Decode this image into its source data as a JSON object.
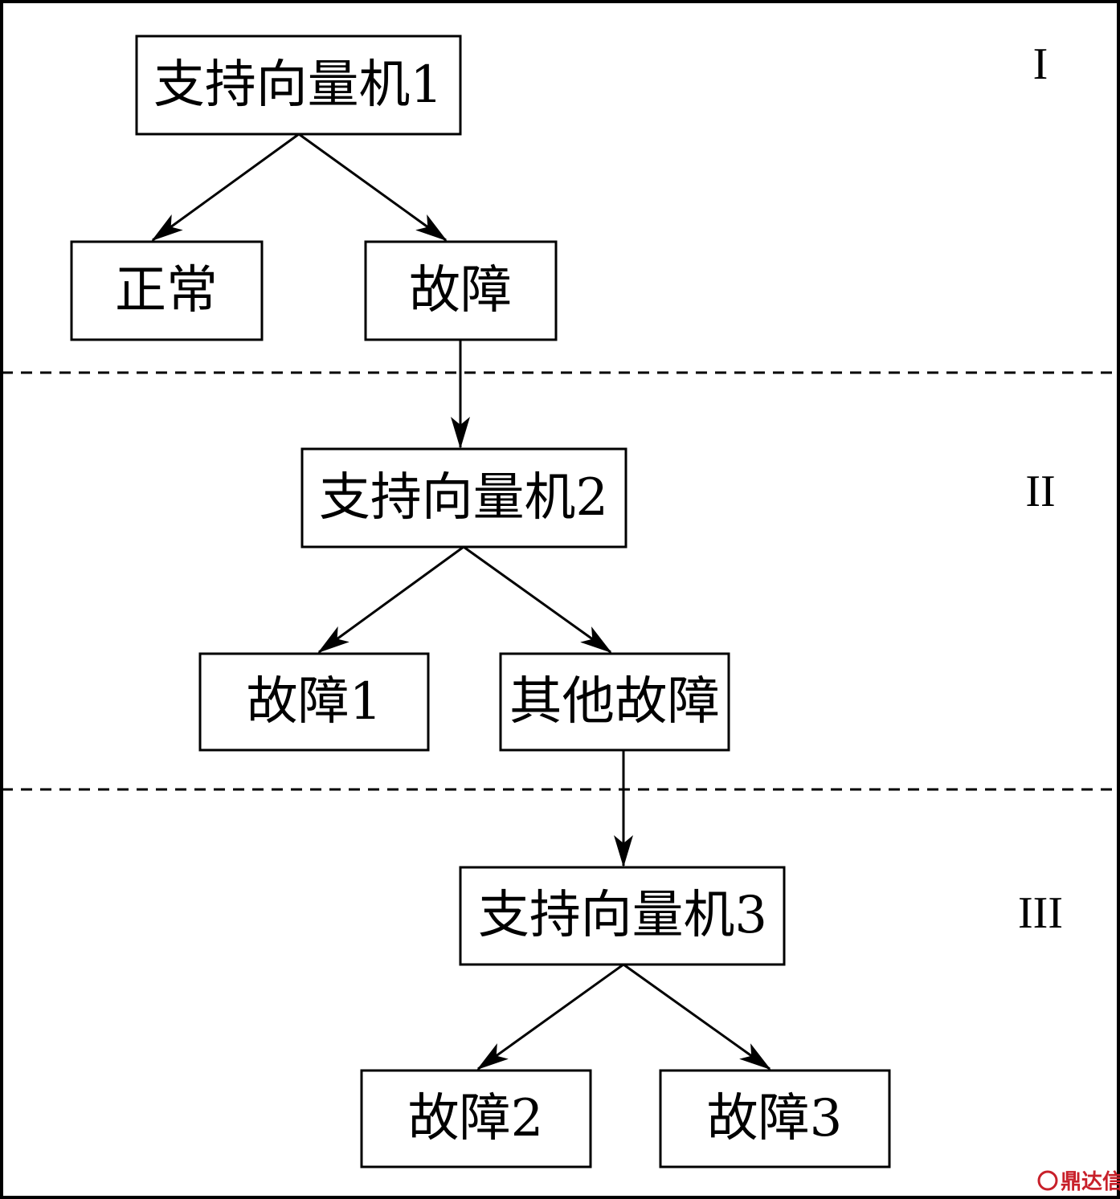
{
  "stages": [
    {
      "id": "I",
      "label": "I"
    },
    {
      "id": "II",
      "label": "II"
    },
    {
      "id": "III",
      "label": "III"
    }
  ],
  "nodes": {
    "svm1": "支持向量机1",
    "normal": "正常",
    "fault": "故障",
    "svm2": "支持向量机2",
    "fault1": "故障1",
    "other_fault": "其他故障",
    "svm3": "支持向量机3",
    "fault2": "故障2",
    "fault3": "故障3"
  },
  "edges": [
    {
      "from": "svm1",
      "to": "normal"
    },
    {
      "from": "svm1",
      "to": "fault"
    },
    {
      "from": "fault",
      "to": "svm2"
    },
    {
      "from": "svm2",
      "to": "fault1"
    },
    {
      "from": "svm2",
      "to": "other_fault"
    },
    {
      "from": "other_fault",
      "to": "svm3"
    },
    {
      "from": "svm3",
      "to": "fault2"
    },
    {
      "from": "svm3",
      "to": "fault3"
    }
  ],
  "watermark": {
    "text": "鼎达信",
    "color": "#c8202a"
  }
}
